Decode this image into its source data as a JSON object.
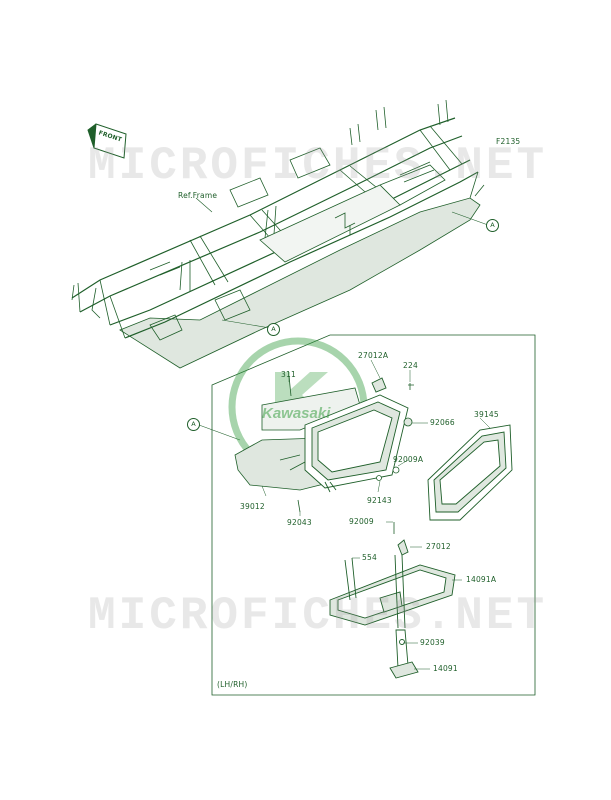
{
  "diagram_code": "F2135",
  "front_label": "FRONT",
  "ref_frame": "Ref.Frame",
  "variant_note": "(LH/RH)",
  "watermark_text": "MICROFICHES.NET",
  "logo_text": "Kawasaki",
  "callout_letter": "A",
  "parts": {
    "p311": "311",
    "p27012A": "27012A",
    "p224": "224",
    "p92066": "92066",
    "p39145": "39145",
    "p92009A": "92009A",
    "p92143": "92143",
    "p39012": "39012",
    "p92043": "92043",
    "p92009": "92009",
    "p27012": "27012",
    "p554": "554",
    "p14091A": "14091A",
    "p92039": "92039",
    "p14091": "14091"
  },
  "colors": {
    "line": "#1f5f2a",
    "fill": "#dfe7df",
    "logo": "#3aa046"
  }
}
